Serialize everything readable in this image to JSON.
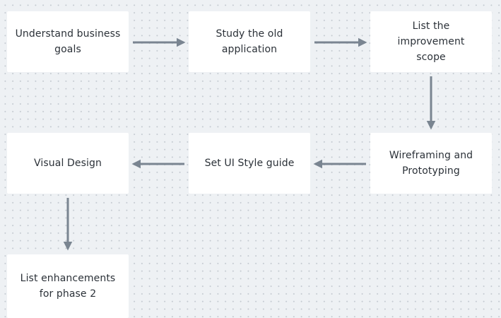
{
  "diagram": {
    "nodes": [
      {
        "id": "n1",
        "label": "Understand business\ngoals"
      },
      {
        "id": "n2",
        "label": "Study the old\napplication"
      },
      {
        "id": "n3",
        "label": "List the improvement\nscope"
      },
      {
        "id": "n4",
        "label": "Wireframing and\nPrototyping"
      },
      {
        "id": "n5",
        "label": "Set UI Style guide"
      },
      {
        "id": "n6",
        "label": "Visual Design"
      },
      {
        "id": "n7",
        "label": "List enhancements\nfor phase 2"
      }
    ],
    "edges": [
      {
        "from": "n1",
        "to": "n2"
      },
      {
        "from": "n2",
        "to": "n3"
      },
      {
        "from": "n3",
        "to": "n4"
      },
      {
        "from": "n4",
        "to": "n5"
      },
      {
        "from": "n5",
        "to": "n6"
      },
      {
        "from": "n6",
        "to": "n7"
      }
    ],
    "colors": {
      "background": "#eef1f4",
      "node_fill": "#ffffff",
      "node_text": "#2b3138",
      "arrow": "#7a8591"
    }
  }
}
